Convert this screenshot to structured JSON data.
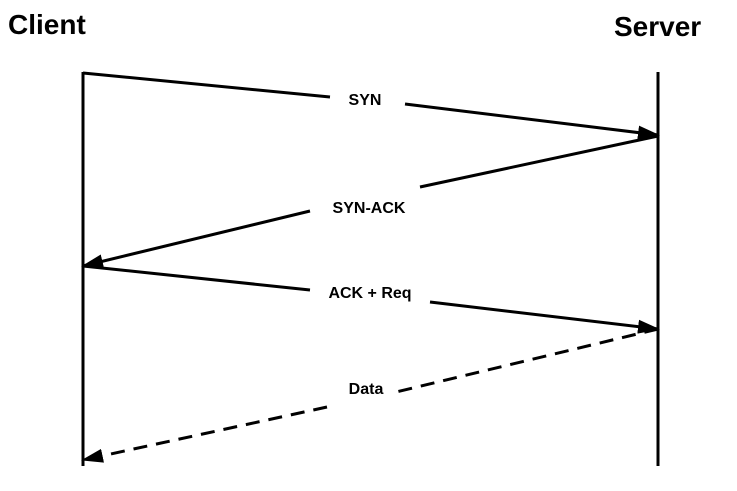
{
  "participants": {
    "client": "Client",
    "server": "Server"
  },
  "messages": [
    {
      "label": "SYN",
      "from": "client",
      "to": "server",
      "style": "solid"
    },
    {
      "label": "SYN-ACK",
      "from": "server",
      "to": "client",
      "style": "solid"
    },
    {
      "label": "ACK + Req",
      "from": "client",
      "to": "server",
      "style": "solid"
    },
    {
      "label": "Data",
      "from": "server",
      "to": "client",
      "style": "dashed"
    }
  ],
  "colors": {
    "line": "#000000",
    "background": "#ffffff"
  }
}
